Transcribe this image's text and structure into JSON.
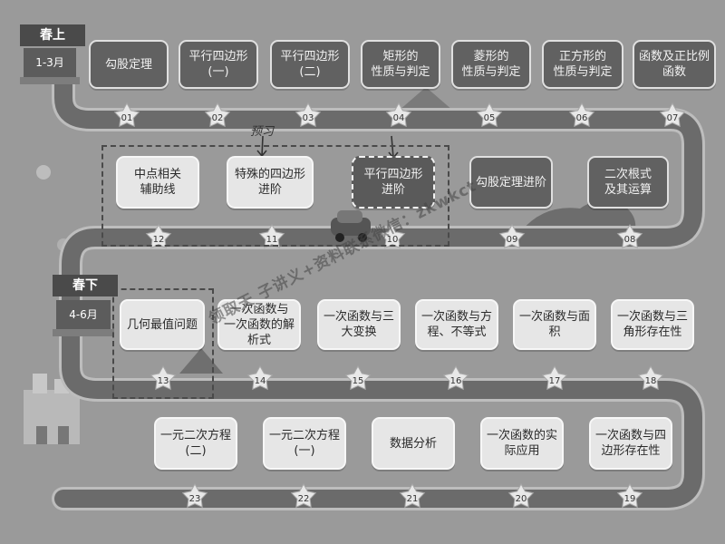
{
  "sections": [
    {
      "season": "春上",
      "months": "1-3月"
    },
    {
      "season": "春下",
      "months": "4-6月"
    }
  ],
  "annotation": "预习",
  "watermark": "领取天   子讲义+资料联系微信：zkwkct",
  "topics": [
    {
      "num": "01",
      "label": "勾股定理"
    },
    {
      "num": "02",
      "label": "平行四边形\n(一)"
    },
    {
      "num": "03",
      "label": "平行四边形\n(二)"
    },
    {
      "num": "04",
      "label": "矩形的\n性质与判定"
    },
    {
      "num": "05",
      "label": "菱形的\n性质与判定"
    },
    {
      "num": "06",
      "label": "正方形的\n性质与判定"
    },
    {
      "num": "07",
      "label": "函数及正比例\n函数"
    },
    {
      "num": "08",
      "label": "二次根式\n及其运算"
    },
    {
      "num": "09",
      "label": "勾股定理进阶"
    },
    {
      "num": "10",
      "label": "平行四边形\n进阶"
    },
    {
      "num": "11",
      "label": "特殊的四边形\n进阶"
    },
    {
      "num": "12",
      "label": "中点相关\n辅助线"
    },
    {
      "num": "13",
      "label": "几何最值问题"
    },
    {
      "num": "14",
      "label": "一次函数与\n一次函数的解\n析式"
    },
    {
      "num": "15",
      "label": "一次函数与三\n大变换"
    },
    {
      "num": "16",
      "label": "一次函数与方\n程、不等式"
    },
    {
      "num": "17",
      "label": "一次函数与面\n积"
    },
    {
      "num": "18",
      "label": "一次函数与三\n角形存在性"
    },
    {
      "num": "19",
      "label": "一次函数与四\n边形存在性"
    },
    {
      "num": "20",
      "label": "一次函数的实\n际应用"
    },
    {
      "num": "21",
      "label": "数据分析"
    },
    {
      "num": "22",
      "label": "一元二次方程\n(一)"
    },
    {
      "num": "23",
      "label": "一元二次方程\n(二)"
    }
  ],
  "colors": {
    "background": "#9a9a9a",
    "road": "#6b6b6b",
    "road_edge": "#bdbdbd",
    "card_dark": "#616161",
    "card_light": "#e6e6e6",
    "star": "#e8e8e8"
  }
}
